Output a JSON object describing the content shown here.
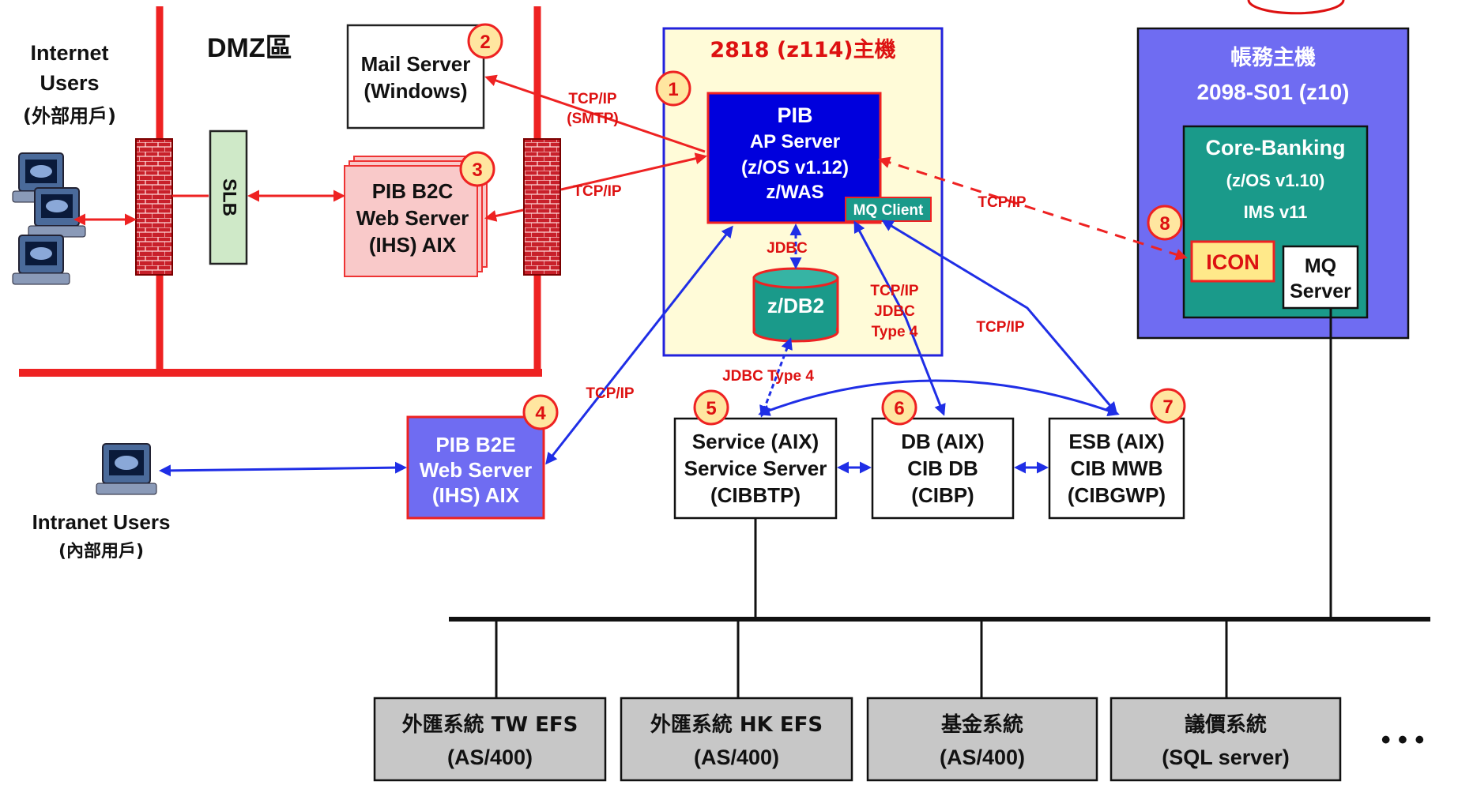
{
  "dmz": {
    "label": "DMZ區"
  },
  "internet_users": {
    "line1": "Internet",
    "line2": "Users",
    "line3": "(外部用戶)"
  },
  "intranet_users": {
    "line1": "Intranet Users",
    "line2": "(內部用戶)"
  },
  "slb": {
    "label": "SLB"
  },
  "mail_server": {
    "line1": "Mail Server",
    "line2": "(Windows)",
    "badge": "2"
  },
  "b2c": {
    "line1": "PIB B2C",
    "line2": "Web Server",
    "line3": "(IHS) AIX",
    "badge": "3"
  },
  "b2e": {
    "line1": "PIB B2E",
    "line2": "Web Server",
    "line3": "(IHS) AIX",
    "badge": "4"
  },
  "host_2818": {
    "title": "2818 (z114)主機",
    "badge": "1"
  },
  "pib": {
    "line1": "PIB",
    "line2": "AP Server",
    "line3": "(z/OS v1.12)",
    "line4": "z/WAS",
    "mq_client": "MQ Client"
  },
  "db2": {
    "label": "z/DB2"
  },
  "host_2098": {
    "title": "帳務主機",
    "subtitle": "2098-S01 (z10)"
  },
  "core_banking": {
    "line1": "Core-Banking",
    "line2": "(z/OS v1.10)",
    "line3": "IMS v11",
    "badge": "8"
  },
  "icon_box": {
    "label": "ICON"
  },
  "mq_server": {
    "line1": "MQ",
    "line2": "Server"
  },
  "service_server": {
    "line1": "Service (AIX)",
    "line2": "Service Server",
    "line3": "(CIBBTP)",
    "badge": "5"
  },
  "db_server": {
    "line1": "DB (AIX)",
    "line2": "CIB DB",
    "line3": "(CIBP)",
    "badge": "6"
  },
  "esb_server": {
    "line1": "ESB (AIX)",
    "line2": "CIB MWB",
    "line3": "(CIBGWP)",
    "badge": "7"
  },
  "protocols": {
    "smtp_1": "TCP/IP",
    "smtp_2": "(SMTP)",
    "b2c": "TCP/IP",
    "icon": "TCP/IP",
    "jdbc": "JDBC",
    "jdbc4_1": "TCP/IP",
    "jdbc4_2": "JDBC",
    "jdbc4_3": "Type 4",
    "esb": "TCP/IP",
    "b2e": "TCP/IP",
    "service_db2": "JDBC Type 4"
  },
  "backend_systems": [
    {
      "line1": "外匯系統 TW EFS",
      "line2": "(AS/400)"
    },
    {
      "line1": "外匯系統 HK EFS",
      "line2": "(AS/400)"
    },
    {
      "line1": "基金系統",
      "line2": "(AS/400)"
    },
    {
      "line1": "議價系統",
      "line2": "(SQL server)"
    }
  ],
  "ellipsis": "• • •",
  "colors": {
    "red": "#ee2222",
    "blue": "#1f2ee6",
    "pib_blue": "#0000dd",
    "teal": "#1a9a8a",
    "host_purple": "#6f6cf2",
    "cream": "#fffbd8",
    "badge": "#ffe6a0"
  }
}
